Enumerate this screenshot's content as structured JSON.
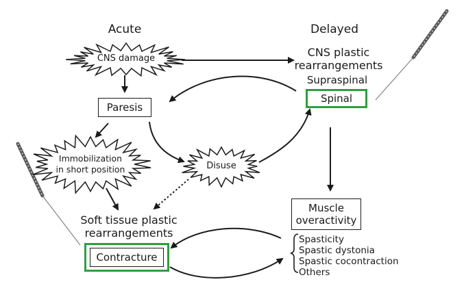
{
  "columns": {
    "acute": "Acute",
    "delayed": "Delayed"
  },
  "nodes": {
    "cns_damage": "CNS damage",
    "cns_plastic_line1": "CNS plastic",
    "cns_plastic_line2": "rearrangements",
    "supraspinal": "Supraspinal",
    "spinal": "Spinal",
    "paresis": "Paresis",
    "immobilization_line1": "Immobilization",
    "immobilization_line2": "in short position",
    "disuse": "Disuse",
    "muscle_overactivity_line1": "Muscle",
    "muscle_overactivity_line2": "overactivity",
    "soft_tissue_line1": "Soft tissue plastic",
    "soft_tissue_line2": "rearrangements",
    "contracture": "Contracture"
  },
  "overactivity_types": [
    "Spasticity",
    "Spastic dystonia",
    "Spastic cocontraction",
    "Others"
  ],
  "colors": {
    "highlight": "#2e9e3e",
    "ink": "#1a1a1a",
    "needle": "#777777"
  },
  "icons": [
    "needle-icon"
  ]
}
